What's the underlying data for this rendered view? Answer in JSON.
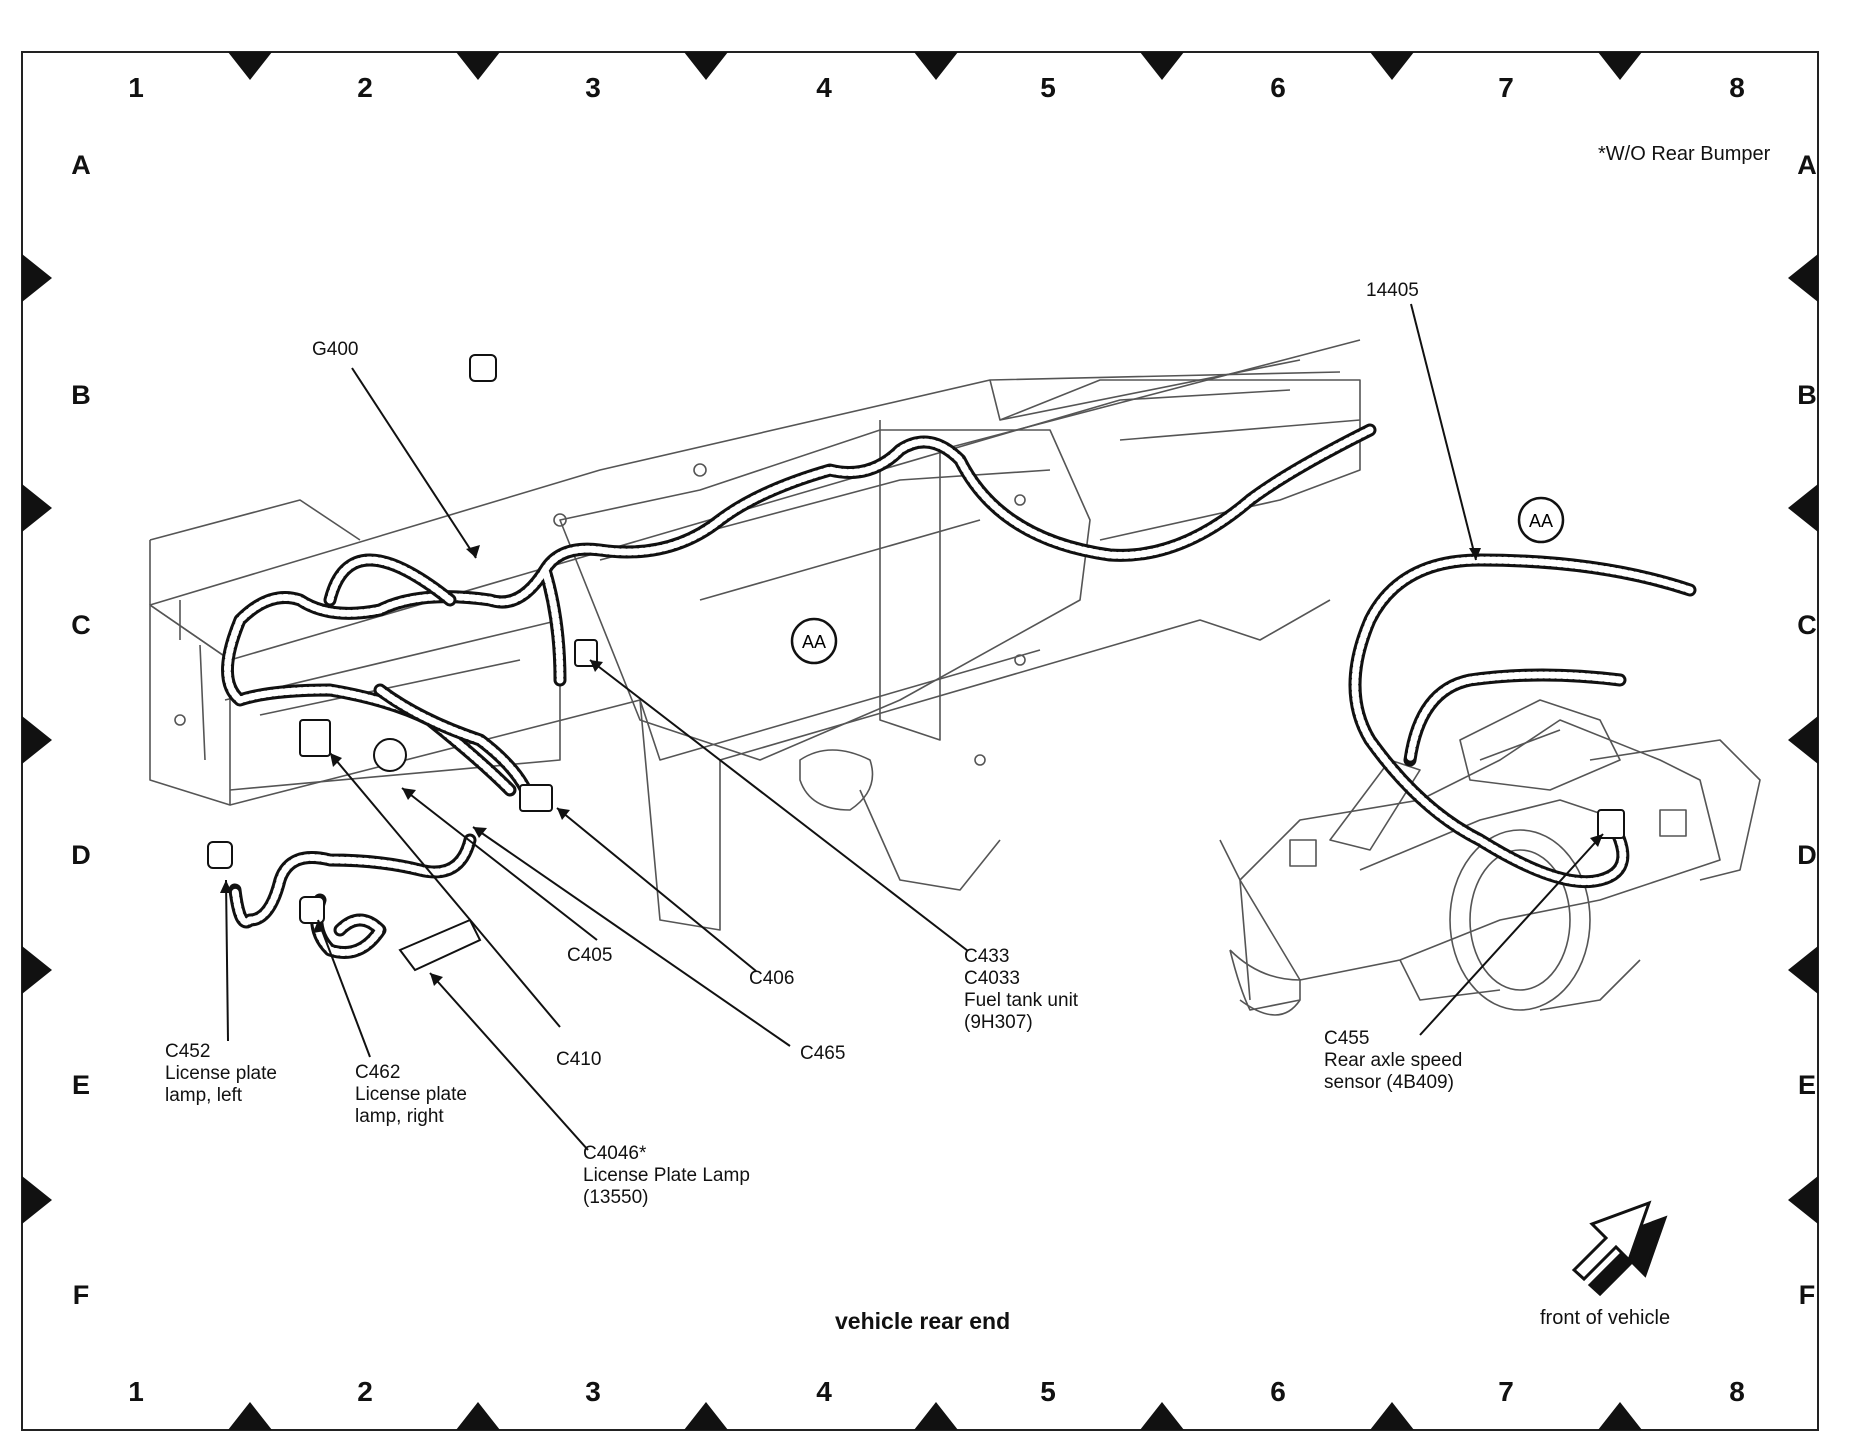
{
  "grid": {
    "columns": [
      "1",
      "2",
      "3",
      "4",
      "5",
      "6",
      "7",
      "8"
    ],
    "rows": [
      "A",
      "B",
      "C",
      "D",
      "E",
      "F"
    ]
  },
  "note": "*W/O Rear Bumper",
  "caption": "vehicle rear end",
  "front_label": "front of vehicle",
  "detail_marker": "AA",
  "callouts": {
    "g400": [
      "G400"
    ],
    "c14405": [
      "14405"
    ],
    "c405": [
      "C405"
    ],
    "c406": [
      "C406"
    ],
    "c433": [
      "C433",
      "C4033",
      "Fuel tank unit",
      "(9H307)"
    ],
    "c465": [
      "C465"
    ],
    "c410": [
      "C410"
    ],
    "c452": [
      "C452",
      "License plate",
      "lamp, left"
    ],
    "c462": [
      "C462",
      "License plate",
      "lamp, right"
    ],
    "c4046": [
      "C4046*",
      "License Plate Lamp",
      "(13550)"
    ],
    "c455": [
      "C455",
      "Rear axle speed",
      "sensor (4B409)"
    ]
  }
}
